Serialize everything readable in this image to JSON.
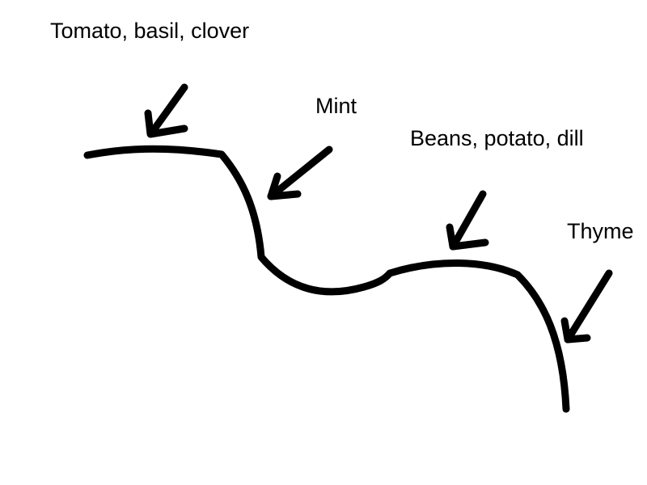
{
  "labels": [
    {
      "text": "Tomato, basil, clover"
    },
    {
      "text": "Mint"
    },
    {
      "text": "Beans, potato, dill"
    },
    {
      "text": "Thyme"
    }
  ],
  "colors": {
    "background": "#ffffff",
    "ink": "#000000"
  }
}
